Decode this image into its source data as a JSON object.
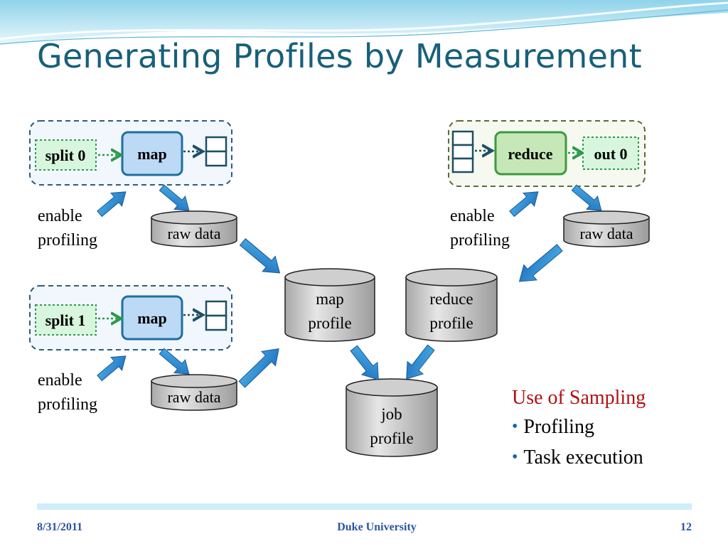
{
  "slide": {
    "title": "Generating Profiles by Measurement",
    "map_tasks": [
      {
        "split_label": "split 0",
        "task_label": "map",
        "enable_label": "enable\nprofiling",
        "raw_data_label": "raw data"
      },
      {
        "split_label": "split 1",
        "task_label": "map",
        "enable_label": "enable\nprofiling",
        "raw_data_label": "raw data"
      }
    ],
    "reduce_task": {
      "task_label": "reduce",
      "output_label": "out 0",
      "enable_label": "enable\nprofiling",
      "raw_data_label": "raw data"
    },
    "profiles": {
      "map_profile": "map\nprofile",
      "reduce_profile": "reduce\nprofile",
      "job_profile": "job\nprofile"
    },
    "sampling": {
      "heading": "Use of Sampling",
      "items": [
        "Profiling",
        "Task execution"
      ]
    },
    "footer": {
      "date": "8/31/2011",
      "center": "Duke University",
      "page": "12"
    }
  },
  "colors": {
    "title": "#17607a",
    "map_box": "#bcd9f5",
    "reduce_box": "#c6e8b9",
    "split_box": "#d8f5dd",
    "arrow_blue": "#1a78c8",
    "cylinder": "#d4d4d4",
    "sampling_heading": "#b01010",
    "footer": "#2a55a0"
  }
}
